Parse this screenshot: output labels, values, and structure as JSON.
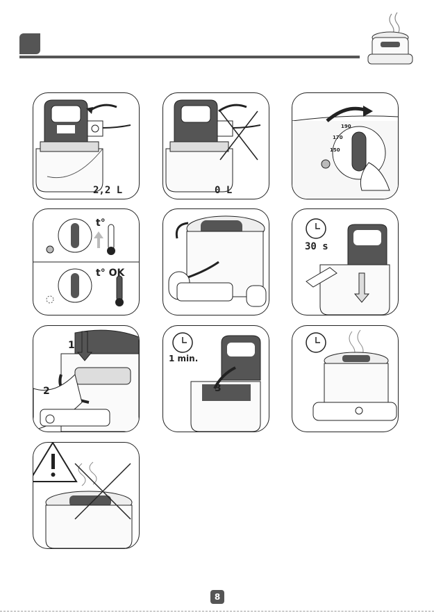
{
  "panels": {
    "fill_max": {
      "label": "2,2 L"
    },
    "fill_min": {
      "label": "0 L"
    },
    "temp_wait": {
      "label": "t°"
    },
    "temp_ok": {
      "label": "t° OK"
    },
    "preheat_time": {
      "label": "30 s"
    },
    "step1_num": "1",
    "step2_num": "2",
    "cook_time": {
      "label": "1 min."
    },
    "step3_num": "3"
  },
  "dial_ticks": [
    "190",
    "170",
    "150"
  ],
  "page": {
    "number": "8"
  },
  "colors": {
    "ink": "#222222",
    "panel_gray": "#555555",
    "light": "#dcdcdc"
  }
}
